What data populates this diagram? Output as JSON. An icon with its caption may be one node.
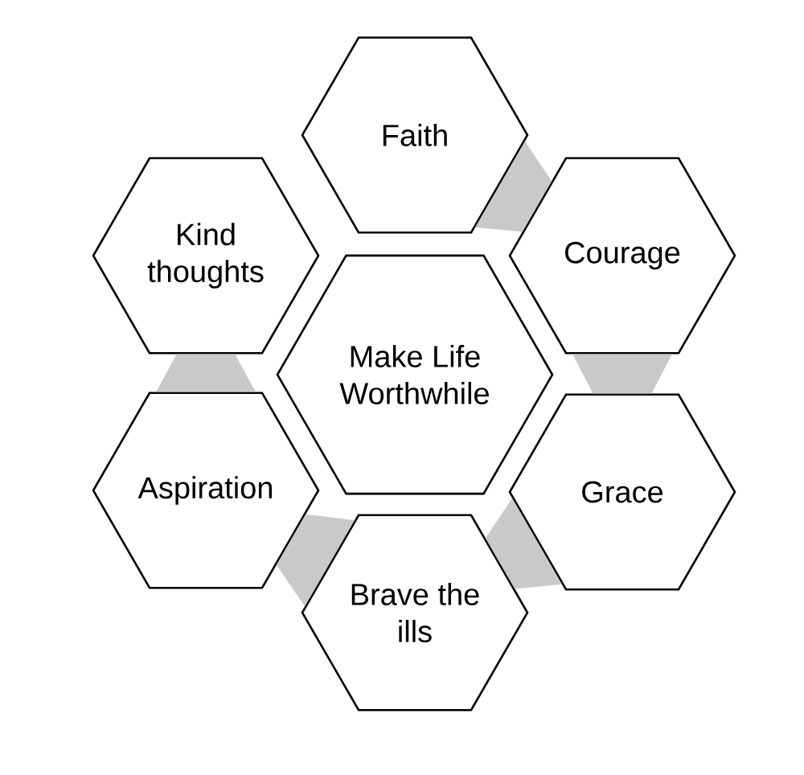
{
  "diagram": {
    "nodes": [
      {
        "text": [
          "Faith"
        ]
      },
      {
        "text": [
          "Kind thoughts"
        ]
      },
      {
        "text": [
          "Courage"
        ]
      },
      {
        "text": [
          "Make Life Worthwhile"
        ]
      },
      {
        "text": [
          "Aspiration"
        ]
      },
      {
        "text": [
          "Grace"
        ]
      },
      {
        "text": [
          "Brave the ills"
        ]
      }
    ],
    "edges": [
      {
        "from": 0,
        "to": 2,
        "arrow": "none"
      },
      {
        "from": 2,
        "to": 5,
        "arrow": "none"
      },
      {
        "from": 5,
        "to": 6,
        "arrow": "none"
      },
      {
        "from": 6,
        "to": 4,
        "arrow": "none"
      },
      {
        "from": 4,
        "to": 1,
        "arrow": "none"
      }
    ]
  }
}
